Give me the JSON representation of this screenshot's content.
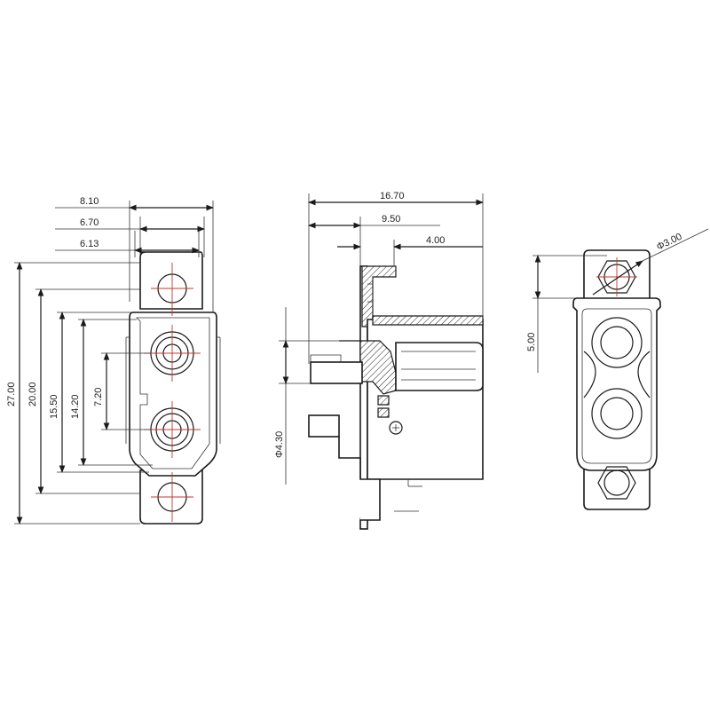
{
  "front_view": {
    "dims": {
      "w_810": "8.10",
      "w_670": "6.70",
      "w_613": "6.13",
      "h_2700": "27.00",
      "h_2000": "20.00",
      "h_1550": "15.50",
      "h_1420": "14.20",
      "h_720": "7.20"
    }
  },
  "side_view": {
    "dims": {
      "w_1670": "16.70",
      "w_950": "9.50",
      "w_400": "4.00",
      "d_430": "Φ4.30"
    }
  },
  "back_view": {
    "dims": {
      "d_300": "Φ3.00",
      "h_500": "5.00"
    }
  },
  "colors": {
    "line": "#1a1a1a",
    "centerline": "#c0392b"
  }
}
